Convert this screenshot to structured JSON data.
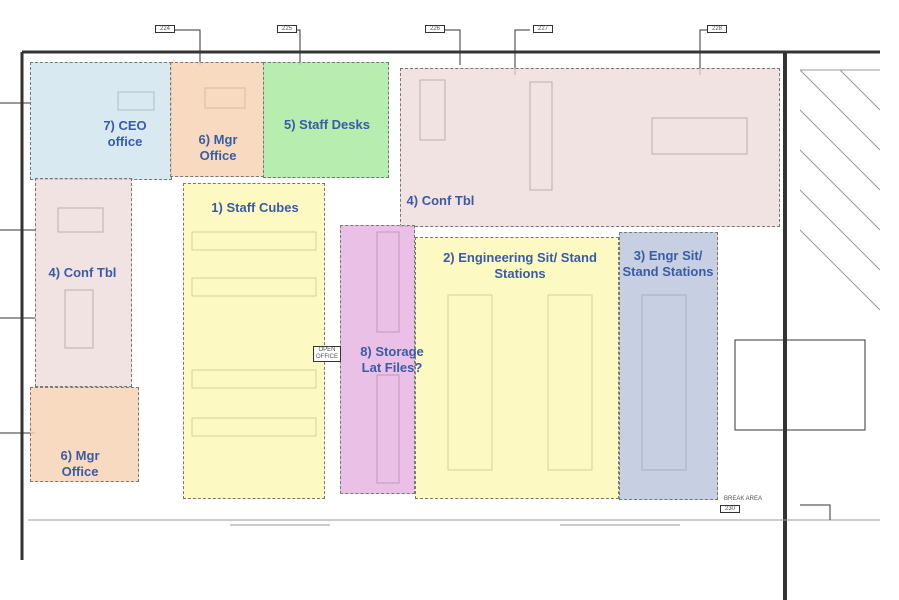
{
  "rooms": {
    "r224": "224",
    "r225": "225",
    "r226": "226",
    "r227": "227",
    "r228": "228",
    "r230": "230",
    "break_area": "BREAK AREA",
    "open_office": "OPEN OFFICE"
  },
  "zones": {
    "ceo": "7) CEO office",
    "mgr_top": "6) Mgr Office",
    "staff_desks": "5) Staff Desks",
    "conf_top": "4) Conf Tbl",
    "conf_left": "4) Conf Tbl",
    "mgr_bottom": "6) Mgr Office",
    "staff_cubes": "1) Staff Cubes",
    "storage": "8) Storage Lat Files?",
    "engineering": "2) Engineering Sit/ Stand Stations",
    "engr_sit": "3) Engr Sit/ Stand Stations"
  },
  "colors": {
    "label": "#3b5ba5",
    "blue": "#cfe3ee",
    "orange": "#f7d4b5",
    "green": "#a8eba0",
    "pink": "#eed9d9",
    "yellow": "#fbf9b3",
    "magenta": "#e6b0e1",
    "slate": "#bcc8dd"
  }
}
